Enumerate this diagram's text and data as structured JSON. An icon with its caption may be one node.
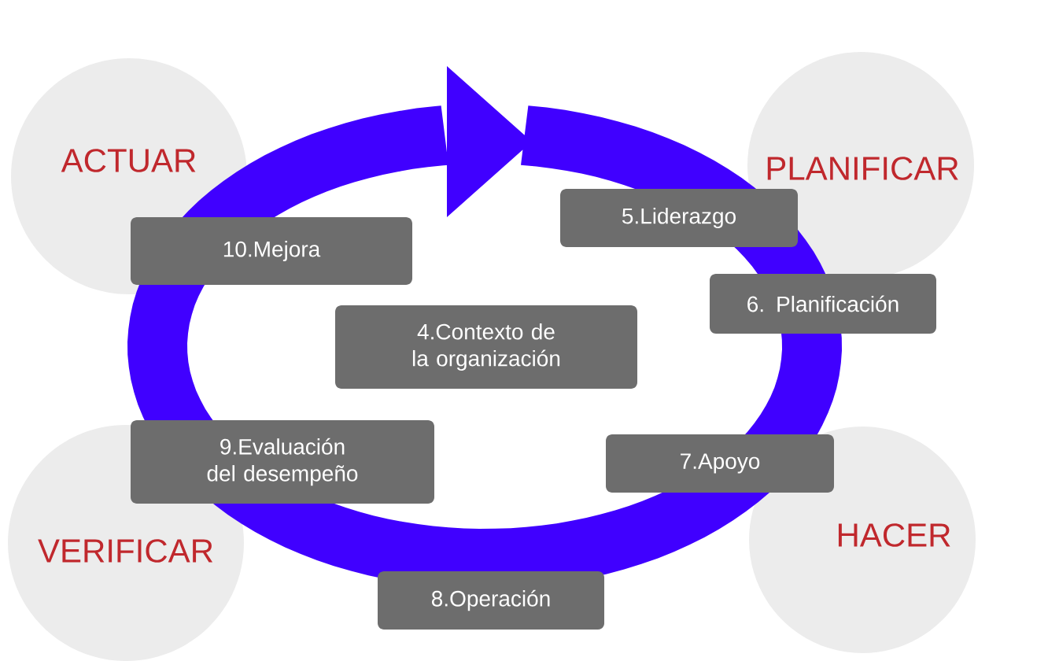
{
  "diagram": {
    "nodes": [
      {
        "text": [
          "ACTUAR"
        ]
      },
      {
        "text": [
          "PLANIFICAR"
        ]
      },
      {
        "text": [
          "10.Mejora"
        ]
      },
      {
        "text": [
          "5.Liderazgo"
        ]
      },
      {
        "text": [
          "6. Planificación"
        ]
      },
      {
        "text": [
          "4.Contexto de la organización"
        ]
      },
      {
        "text": [
          "9.Evaluación del desempeño"
        ]
      },
      {
        "text": [
          "7.Apoyo"
        ]
      },
      {
        "text": [
          "VERIFICAR"
        ]
      },
      {
        "text": [
          "HACER"
        ]
      },
      {
        "text": [
          "8.Operación"
        ]
      }
    ]
  }
}
